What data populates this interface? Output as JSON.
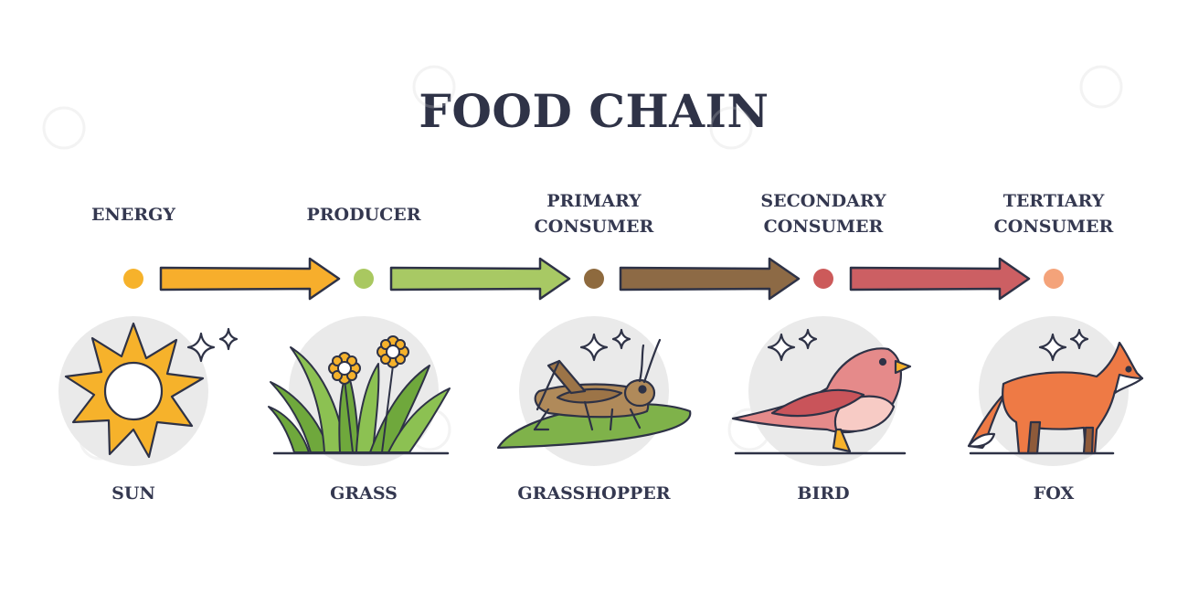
{
  "title": "FOOD CHAIN",
  "stages": [
    {
      "level": "ENERGY",
      "name": "SUN",
      "color": "#F6B22B",
      "icon": "sun-icon"
    },
    {
      "level": "PRODUCER",
      "name": "GRASS",
      "color": "#A9C860",
      "icon": "grass-icon"
    },
    {
      "level": "PRIMARY\nCONSUMER",
      "name": "GRASSHOPPER",
      "color": "#8E6A3E",
      "icon": "grasshopper-icon"
    },
    {
      "level": "SECONDARY\nCONSUMER",
      "name": "BIRD",
      "color": "#CC5A5A",
      "icon": "bird-icon"
    },
    {
      "level": "TERTIARY\nCONSUMER",
      "name": "FOX",
      "color": "#F4A37A",
      "icon": "fox-icon"
    }
  ],
  "arrows": [
    {
      "color": "#F7AE2C"
    },
    {
      "color": "#A8C964"
    },
    {
      "color": "#8D6A45"
    },
    {
      "color": "#CC5F63"
    }
  ],
  "colors": {
    "title": "#2F3347",
    "outline": "#2E3246",
    "circle_bg": "#EAEAEA"
  }
}
